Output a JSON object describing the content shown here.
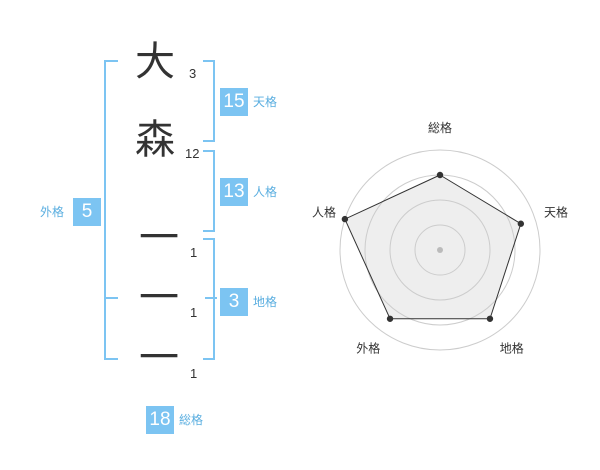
{
  "name": {
    "chars": [
      {
        "char": "大",
        "strokes": "3"
      },
      {
        "char": "森",
        "strokes": "12"
      },
      {
        "char": "一",
        "strokes": "1"
      },
      {
        "char": "一",
        "strokes": "1"
      },
      {
        "char": "一",
        "strokes": "1"
      }
    ]
  },
  "fortunes": {
    "tenkaku": {
      "value": "15",
      "label": "天格"
    },
    "jinkaku": {
      "value": "13",
      "label": "人格"
    },
    "chikaku": {
      "value": "3",
      "label": "地格"
    },
    "gaikaku": {
      "value": "5",
      "label": "外格"
    },
    "soukaku": {
      "value": "18",
      "label": "総格"
    }
  },
  "colors": {
    "accent": "#7cc4f2",
    "accent_text": "#5aaee0",
    "text": "#333333",
    "radar_fill": "#eeeeee",
    "radar_ring": "#cccccc"
  },
  "chart_data": {
    "type": "radar",
    "axes": [
      "総格",
      "天格",
      "地格",
      "外格",
      "人格"
    ],
    "values": [
      0.75,
      0.85,
      0.85,
      0.85,
      1.0
    ],
    "range": [
      0,
      1
    ],
    "rings": 4,
    "grid": true
  }
}
